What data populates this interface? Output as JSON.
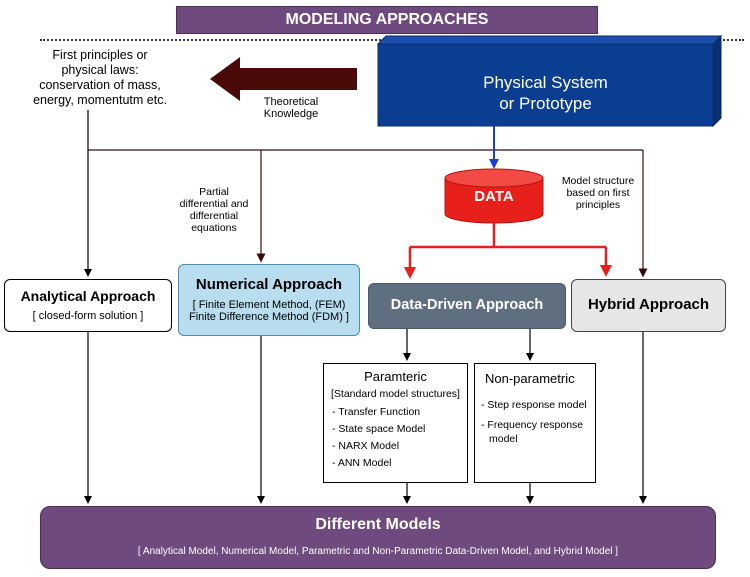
{
  "header": {
    "title": "MODELING APPROACHES"
  },
  "first_principles": {
    "lines": [
      "First principles or",
      "physical laws:",
      "conservation of mass,",
      "energy, momentutm etc."
    ]
  },
  "theoretical": {
    "lines": [
      "Theoretical",
      "Knowledge"
    ]
  },
  "physical_system": {
    "lines": [
      "Physical System",
      "or Prototype"
    ]
  },
  "data_node": {
    "label": "DATA"
  },
  "model_structure": {
    "lines": [
      "Model structure",
      "based on first",
      "principles"
    ]
  },
  "pde": {
    "lines": [
      "Partial",
      "differential and",
      "differential",
      "equations"
    ]
  },
  "analytical": {
    "title": "Analytical Approach",
    "subtitle": "[ closed-form solution ]"
  },
  "numerical": {
    "title": "Numerical Approach",
    "sub1": "[ Finite Element Method, (FEM)",
    "sub2": "Finite Difference Method (FDM) ]"
  },
  "datadriven": {
    "title": "Data-Driven Approach"
  },
  "hybrid": {
    "title": "Hybrid Approach"
  },
  "parametric": {
    "title": "Paramteric",
    "subtitle": "[Standard model structures]",
    "items": [
      "- Transfer Function",
      "- State space Model",
      "- NARX Model",
      "- ANN Model"
    ]
  },
  "nonparametric": {
    "title": "Non-parametric",
    "items": [
      "- Step response model",
      "- Frequency response",
      "model"
    ]
  },
  "models": {
    "title": "Different Models",
    "subtitle": "[ Analytical Model, Numerical Model, Parametric and Non-Parametric Data-Driven Model, and Hybrid Model ]"
  },
  "colors": {
    "purple": "#6e4a7e",
    "blue": "#0b3d91",
    "red": "#e8201c",
    "darkred": "#4a0a0a",
    "slate": "#5f6f80",
    "lightblue": "#b7ddee"
  }
}
